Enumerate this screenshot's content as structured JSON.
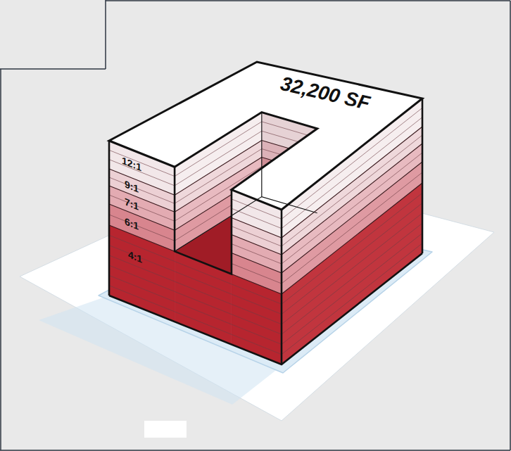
{
  "diagram": {
    "labels": [
      "32,200 SF",
      "12:1",
      "9:1",
      "7:1",
      "6:1",
      "4:1"
    ]
  }
}
